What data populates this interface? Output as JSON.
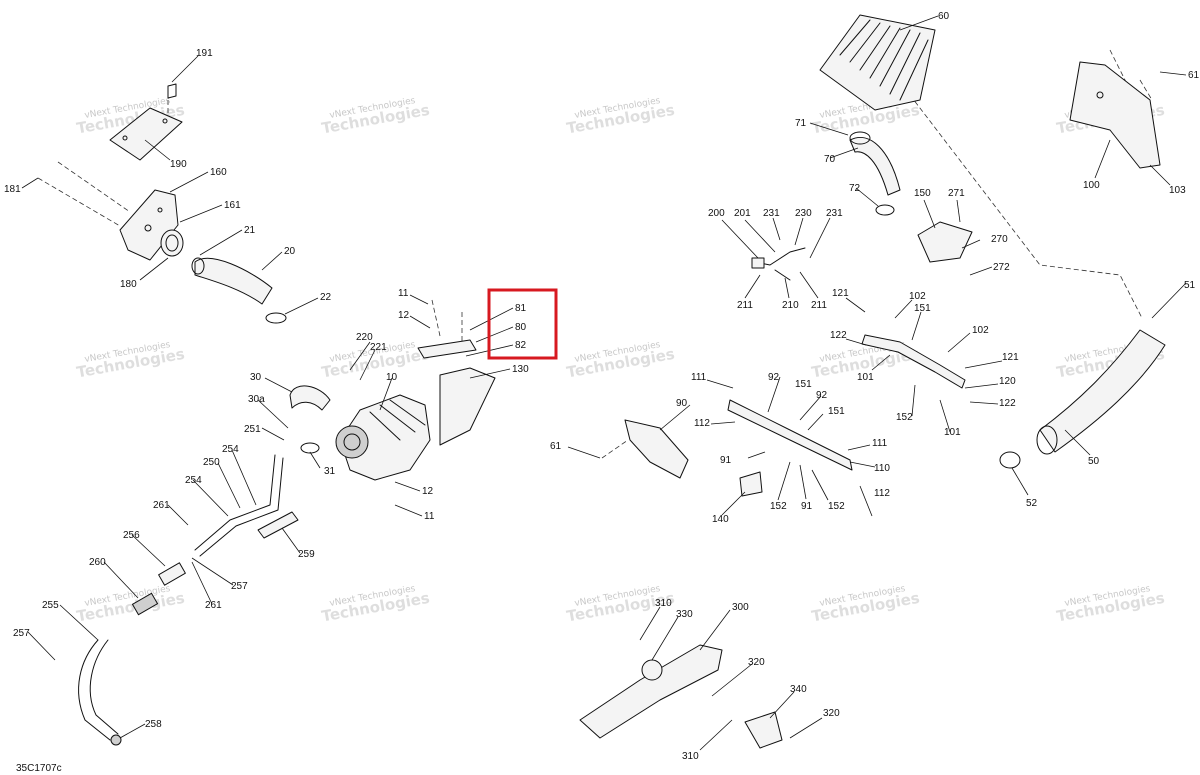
{
  "diagram": {
    "reference_code": "35C1707c",
    "watermark_line1": "vNext Technologies",
    "watermark_line2": "Technologies",
    "highlight_color": "#d71920",
    "callouts": {
      "c10": "10",
      "c11a": "11",
      "c11b": "11",
      "c12a": "12",
      "c12b": "12",
      "c20": "20",
      "c21": "21",
      "c22": "22",
      "c30": "30",
      "c30a": "30a",
      "c31": "31",
      "c50": "50",
      "c51": "51",
      "c52": "52",
      "c60": "60",
      "c61a": "61",
      "c61b": "61",
      "c70": "70",
      "c71": "71",
      "c72": "72",
      "c80": "80",
      "c81": "81",
      "c82": "82",
      "c90": "90",
      "c91a": "91",
      "c91b": "91",
      "c92a": "92",
      "c92b": "92",
      "c100": "100",
      "c101a": "101",
      "c101b": "101",
      "c102a": "102",
      "c102b": "102",
      "c103": "103",
      "c110": "110",
      "c111a": "111",
      "c111b": "111",
      "c112a": "112",
      "c112b": "112",
      "c120": "120",
      "c121a": "121",
      "c121b": "121",
      "c122a": "122",
      "c122b": "122",
      "c130": "130",
      "c140": "140",
      "c150": "150",
      "c151a": "151",
      "c151b": "151",
      "c151c": "151",
      "c152a": "152",
      "c152b": "152",
      "c152c": "152",
      "c160": "160",
      "c161": "161",
      "c180": "180",
      "c181": "181",
      "c190": "190",
      "c191": "191",
      "c200": "200",
      "c201": "201",
      "c210": "210",
      "c211a": "211",
      "c211b": "211",
      "c220": "220",
      "c221": "221",
      "c230": "230",
      "c231a": "231",
      "c231b": "231",
      "c250": "250",
      "c251": "251",
      "c254a": "254",
      "c254b": "254",
      "c255": "255",
      "c256": "256",
      "c257a": "257",
      "c257b": "257",
      "c258": "258",
      "c259": "259",
      "c260": "260",
      "c261a": "261",
      "c261b": "261",
      "c270": "270",
      "c271": "271",
      "c272": "272",
      "c300": "300",
      "c310a": "310",
      "c310b": "310",
      "c320a": "320",
      "c320b": "320",
      "c330": "330",
      "c340": "340"
    }
  }
}
